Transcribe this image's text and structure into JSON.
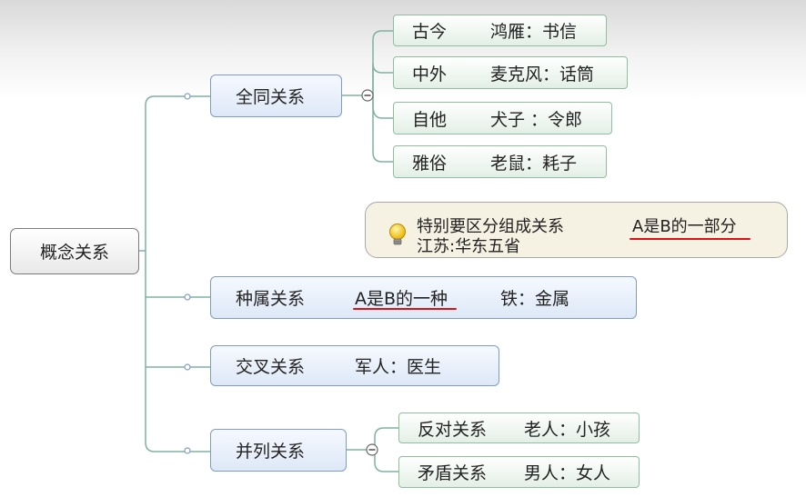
{
  "root": {
    "label": "概念关系"
  },
  "branches": {
    "identity": {
      "label": "全同关系",
      "items": [
        {
          "cat": "古今",
          "example": "鸿雁：书信"
        },
        {
          "cat": "中外",
          "example": "麦克风：话筒"
        },
        {
          "cat": "自他",
          "example": "犬子 ：令郎"
        },
        {
          "cat": "雅俗",
          "example": "老鼠：耗子"
        }
      ]
    },
    "genus": {
      "label": "种属关系",
      "rule": "A是B的一种",
      "example": "铁：金属"
    },
    "cross": {
      "label": "交叉关系",
      "example": "军人：医生"
    },
    "parallel": {
      "label": "并列关系",
      "items": [
        {
          "cat": "反对关系",
          "example": "老人：小孩"
        },
        {
          "cat": "矛盾关系",
          "example": "男人：女人"
        }
      ]
    }
  },
  "note": {
    "line1": "特别要区分组成关系",
    "rule": "A是B的一部分",
    "line2": "江苏:华东五省"
  },
  "colors": {
    "connector": "#7fb2a0",
    "main_border": "#7f9cc7",
    "leaf_border": "#8fbf9f",
    "annotation": "#dd1111"
  }
}
